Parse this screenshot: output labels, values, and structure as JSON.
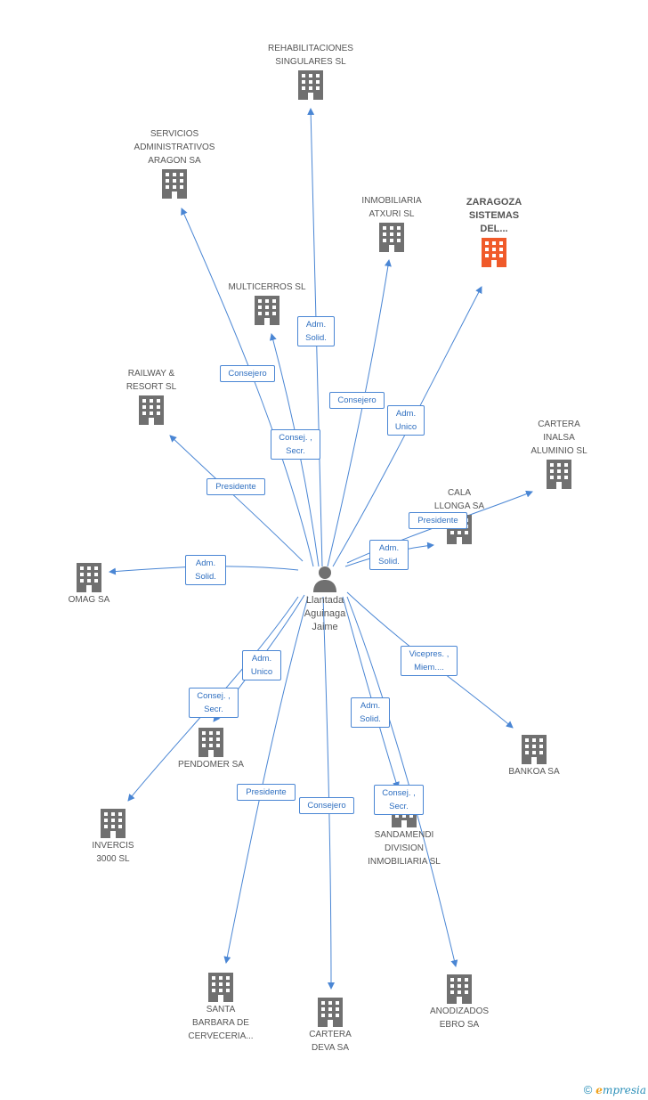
{
  "person": {
    "name": "Llantada\nAguinaga\nJaime",
    "icon": "person-icon"
  },
  "colors": {
    "edge": "#4a86d4",
    "building": "#707070",
    "highlight": "#f05a2a",
    "text": "#555555"
  },
  "companies": [
    {
      "id": "rehabilitaciones",
      "name": "REHABILITACIONES\nSINGULARES SL"
    },
    {
      "id": "servicios",
      "name": "SERVICIOS\nADMINISTRATIVOS\nARAGON SA"
    },
    {
      "id": "inmobiliaria",
      "name": "INMOBILIARIA\nATXURI SL"
    },
    {
      "id": "zaragoza",
      "name": "ZARAGOZA\nSISTEMAS\nDEL...",
      "highlight": true
    },
    {
      "id": "multicerros",
      "name": "MULTICERROS SL"
    },
    {
      "id": "railway",
      "name": "RAILWAY &\nRESORT SL"
    },
    {
      "id": "cartera_inalsa",
      "name": "CARTERA\nINALSA\nALUMINIO SL"
    },
    {
      "id": "cala",
      "name": "CALA\nLLONGA SA"
    },
    {
      "id": "omag",
      "name": "OMAG SA"
    },
    {
      "id": "pendomer",
      "name": "PENDOMER SA"
    },
    {
      "id": "bankoa",
      "name": "BANKOA SA"
    },
    {
      "id": "invercis",
      "name": "INVERCIS\n3000 SL"
    },
    {
      "id": "sandamendi",
      "name": "SANDAMENDI\nDIVISION\nINMOBILIARIA SL"
    },
    {
      "id": "santa_barbara",
      "name": "SANTA\nBARBARA DE\nCERVECERIA..."
    },
    {
      "id": "cartera_deva",
      "name": "CARTERA\nDEVA SA"
    },
    {
      "id": "anodizados",
      "name": "ANODIZADOS\nEBRO SA"
    }
  ],
  "relations": [
    {
      "id": "r-rehab",
      "label": "Adm.\nSolid."
    },
    {
      "id": "r-servicios",
      "label": "Consejero"
    },
    {
      "id": "r-inmob",
      "label": "Consejero"
    },
    {
      "id": "r-zaragoza",
      "label": "Adm.\nUnico"
    },
    {
      "id": "r-multi",
      "label": "Consej. ,\nSecr."
    },
    {
      "id": "r-railway",
      "label": "Presidente"
    },
    {
      "id": "r-cartera-inalsa",
      "label": "Presidente"
    },
    {
      "id": "r-cala",
      "label": "Adm.\nSolid."
    },
    {
      "id": "r-omag",
      "label": "Adm.\nSolid."
    },
    {
      "id": "r-pendomer",
      "label": "Adm.\nUnico"
    },
    {
      "id": "r-invercis",
      "label": "Consej. ,\nSecr."
    },
    {
      "id": "r-bankoa",
      "label": "Vicepres. ,\nMiem...."
    },
    {
      "id": "r-sandamendi",
      "label": "Adm.\nSolid."
    },
    {
      "id": "r-anodizados",
      "label": "Consej. ,\nSecr."
    },
    {
      "id": "r-santa",
      "label": "Presidente"
    },
    {
      "id": "r-deva",
      "label": "Consejero"
    }
  ],
  "brand": {
    "copyright": "©",
    "e": "e",
    "rest": "mpresia"
  }
}
